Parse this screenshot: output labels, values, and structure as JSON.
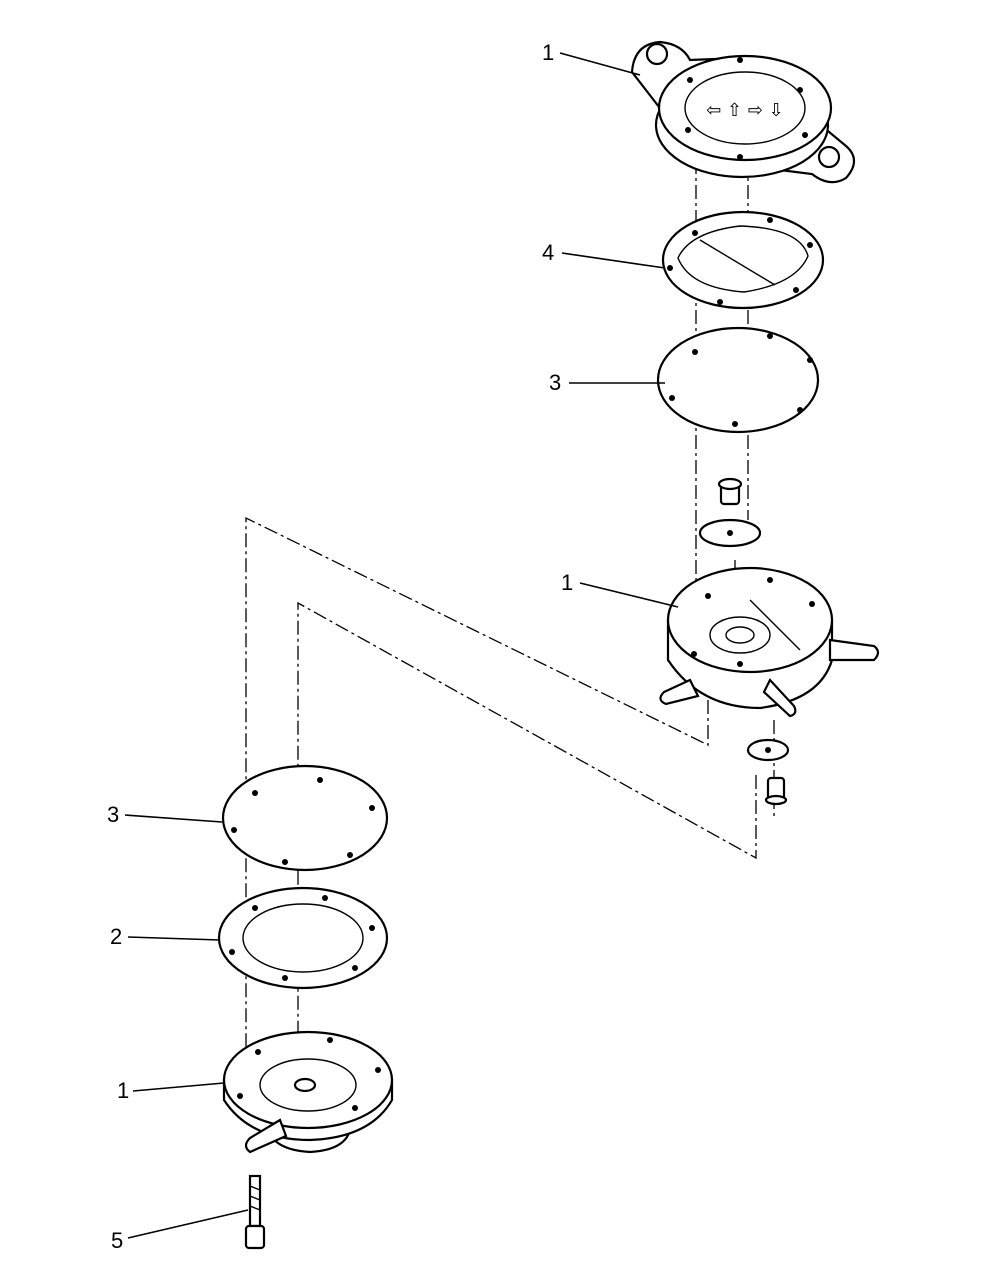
{
  "callouts": [
    {
      "label": "1"
    },
    {
      "label": "4"
    },
    {
      "label": "3"
    },
    {
      "label": "1"
    },
    {
      "label": "3"
    },
    {
      "label": "2"
    },
    {
      "label": "1"
    },
    {
      "label": "5"
    }
  ],
  "cover_arrow_glyphs": "⇦ ⇧ ⇨ ⇩"
}
